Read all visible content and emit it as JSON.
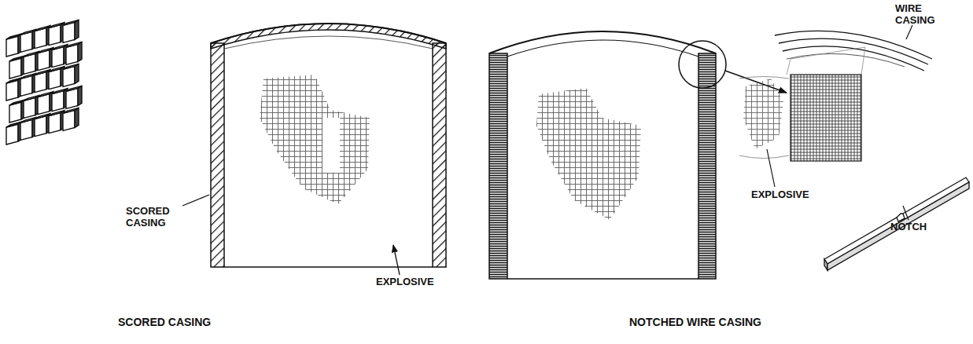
{
  "diagram": {
    "labels": [
      "SCORED CASING",
      "EXPLOSIVE",
      "SCORED CASING",
      "WIRE CASING",
      "EXPLOSIVE",
      "NOTCH",
      "NOTCHED WIRE CASING"
    ]
  }
}
